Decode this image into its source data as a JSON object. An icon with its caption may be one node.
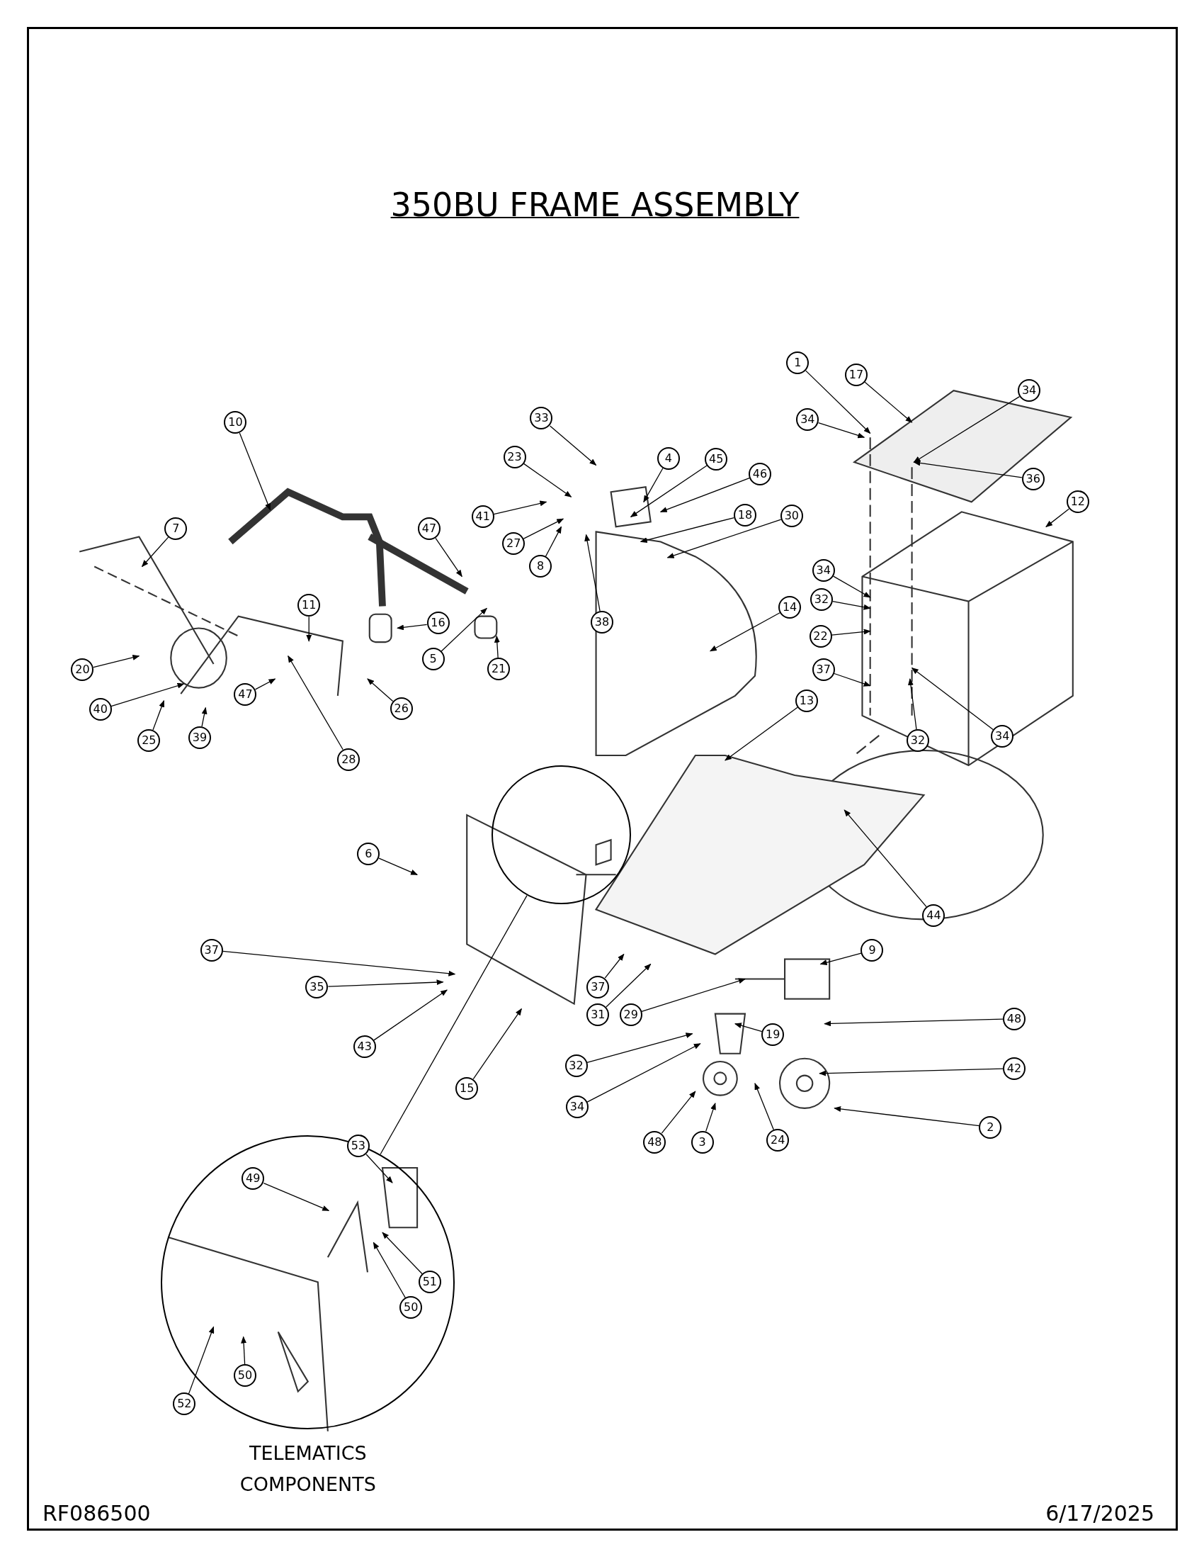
{
  "diagram": {
    "title": "350BU FRAME ASSEMBLY",
    "nodes": [
      {
        "text": [],
        "shape": "circle"
      },
      {
        "text": [],
        "shape": "circle",
        "beside": [
          "TELEMATICS COMPONENTS"
        ]
      },
      {
        "text": [
          "1"
        ]
      },
      {
        "text": [
          "17"
        ]
      },
      {
        "text": [
          "34"
        ]
      },
      {
        "text": [
          "34"
        ]
      },
      {
        "text": [
          "33"
        ]
      },
      {
        "text": [
          "4"
        ]
      },
      {
        "text": [
          "45"
        ]
      },
      {
        "text": [
          "46"
        ]
      },
      {
        "text": [
          "36"
        ]
      },
      {
        "text": [
          "10"
        ]
      },
      {
        "text": [
          "7"
        ]
      },
      {
        "text": [
          "47"
        ]
      },
      {
        "text": [
          "23"
        ]
      },
      {
        "text": [
          "41"
        ]
      },
      {
        "text": [
          "27"
        ]
      },
      {
        "text": [
          "18"
        ]
      },
      {
        "text": [
          "30"
        ]
      },
      {
        "text": [
          "12"
        ]
      },
      {
        "text": [
          "11"
        ]
      },
      {
        "text": [
          "16"
        ]
      },
      {
        "text": [
          "8"
        ]
      },
      {
        "text": [
          "38"
        ]
      },
      {
        "text": [
          "14"
        ]
      },
      {
        "text": [
          "34"
        ]
      },
      {
        "text": [
          "32"
        ]
      },
      {
        "text": [
          "22"
        ]
      },
      {
        "text": [
          "37"
        ]
      },
      {
        "text": [
          "20"
        ]
      },
      {
        "text": [
          "40"
        ]
      },
      {
        "text": [
          "25"
        ]
      },
      {
        "text": [
          "47"
        ]
      },
      {
        "text": [
          "5"
        ]
      },
      {
        "text": [
          "21"
        ]
      },
      {
        "text": [
          "26"
        ]
      },
      {
        "text": [
          "32"
        ]
      },
      {
        "text": [
          "34"
        ]
      },
      {
        "text": [
          "39"
        ]
      },
      {
        "text": [
          "28"
        ]
      },
      {
        "text": [
          "13"
        ]
      },
      {
        "text": [
          "6"
        ]
      },
      {
        "text": [
          "44"
        ]
      },
      {
        "text": [
          "9"
        ]
      },
      {
        "text": [
          "37"
        ]
      },
      {
        "text": [
          "35"
        ]
      },
      {
        "text": [
          "37"
        ]
      },
      {
        "text": [
          "31"
        ]
      },
      {
        "text": [
          "29"
        ]
      },
      {
        "text": [
          "43"
        ]
      },
      {
        "text": [
          "48"
        ]
      },
      {
        "text": [
          "19"
        ]
      },
      {
        "text": [
          "32"
        ]
      },
      {
        "text": [
          "42"
        ]
      },
      {
        "text": [
          "34"
        ]
      },
      {
        "text": [
          "15"
        ]
      },
      {
        "text": [
          "48"
        ]
      },
      {
        "text": [
          "3"
        ]
      },
      {
        "text": [
          "24"
        ]
      },
      {
        "text": [
          "2"
        ]
      },
      {
        "text": [
          "53"
        ],
        "in": 1
      },
      {
        "text": [
          "49"
        ],
        "in": 1
      },
      {
        "text": [
          "51"
        ],
        "in": 1
      },
      {
        "text": [
          "50"
        ],
        "in": 1
      },
      {
        "text": [
          "50"
        ],
        "in": 1
      },
      {
        "text": [
          "52"
        ],
        "in": 1
      }
    ],
    "edges": [
      {
        "from": 2,
        "to": null,
        "arrow": "to"
      },
      {
        "from": 3,
        "to": null,
        "arrow": "to"
      },
      {
        "from": 4,
        "to": null,
        "arrow": "to"
      },
      {
        "from": 5,
        "to": null,
        "arrow": "to"
      },
      {
        "from": 6,
        "to": null,
        "arrow": "to"
      },
      {
        "from": 7,
        "to": null,
        "arrow": "to"
      },
      {
        "from": 8,
        "to": null,
        "arrow": "to"
      },
      {
        "from": 9,
        "to": null,
        "arrow": "to"
      },
      {
        "from": 10,
        "to": null,
        "arrow": "to"
      },
      {
        "from": 11,
        "to": null,
        "arrow": "to"
      },
      {
        "from": 12,
        "to": null,
        "arrow": "to"
      },
      {
        "from": 13,
        "to": null,
        "arrow": "to"
      },
      {
        "from": 14,
        "to": null,
        "arrow": "to"
      },
      {
        "from": 15,
        "to": null,
        "arrow": "to"
      },
      {
        "from": 16,
        "to": null,
        "arrow": "to"
      },
      {
        "from": 17,
        "to": null,
        "arrow": "to"
      },
      {
        "from": 18,
        "to": null,
        "arrow": "to"
      },
      {
        "from": 19,
        "to": null,
        "arrow": "to"
      },
      {
        "from": 20,
        "to": null,
        "arrow": "to"
      },
      {
        "from": 21,
        "to": null,
        "arrow": "to"
      },
      {
        "from": 22,
        "to": null,
        "arrow": "to"
      },
      {
        "from": 23,
        "to": null,
        "arrow": "to"
      },
      {
        "from": 24,
        "to": null,
        "arrow": "to"
      },
      {
        "from": 25,
        "to": null,
        "arrow": "to"
      },
      {
        "from": 26,
        "to": null,
        "arrow": "to"
      },
      {
        "from": 27,
        "to": null,
        "arrow": "to"
      },
      {
        "from": 28,
        "to": null,
        "arrow": "to"
      },
      {
        "from": 29,
        "to": null,
        "arrow": "to"
      },
      {
        "from": 30,
        "to": null,
        "arrow": "to"
      },
      {
        "from": 31,
        "to": null,
        "arrow": "to"
      },
      {
        "from": 32,
        "to": null,
        "arrow": "to"
      },
      {
        "from": 33,
        "to": null,
        "arrow": "to"
      },
      {
        "from": 34,
        "to": null,
        "arrow": "to"
      },
      {
        "from": 35,
        "to": null,
        "arrow": "to"
      },
      {
        "from": 36,
        "to": null,
        "arrow": "to"
      },
      {
        "from": 37,
        "to": null,
        "arrow": "to"
      },
      {
        "from": 38,
        "to": null,
        "arrow": "to"
      },
      {
        "from": 39,
        "to": null,
        "arrow": "to"
      },
      {
        "from": 40,
        "to": null,
        "arrow": "to"
      },
      {
        "from": 41,
        "to": null,
        "arrow": "to"
      },
      {
        "from": 42,
        "to": null,
        "arrow": "to"
      },
      {
        "from": 43,
        "to": null,
        "arrow": "to"
      },
      {
        "from": 44,
        "to": null,
        "arrow": "to"
      },
      {
        "from": 45,
        "to": null,
        "arrow": "to"
      },
      {
        "from": 46,
        "to": null,
        "arrow": "to"
      },
      {
        "from": 47,
        "to": null,
        "arrow": "to"
      },
      {
        "from": 48,
        "to": null,
        "arrow": "to"
      },
      {
        "from": 49,
        "to": null,
        "arrow": "to"
      },
      {
        "from": 50,
        "to": null,
        "arrow": "to"
      },
      {
        "from": 51,
        "to": null,
        "arrow": "to"
      },
      {
        "from": 52,
        "to": null,
        "arrow": "to"
      },
      {
        "from": 53,
        "to": null,
        "arrow": "to"
      },
      {
        "from": 54,
        "to": null,
        "arrow": "to"
      },
      {
        "from": 55,
        "to": null,
        "arrow": "to"
      },
      {
        "from": 56,
        "to": null,
        "arrow": "to"
      },
      {
        "from": 57,
        "to": null,
        "arrow": "to"
      },
      {
        "from": 58,
        "to": null,
        "arrow": "to"
      },
      {
        "from": 59,
        "to": null,
        "arrow": "to"
      },
      {
        "from": 60,
        "to": null,
        "arrow": "to"
      },
      {
        "from": 61,
        "to": null,
        "arrow": "to"
      },
      {
        "from": 62,
        "to": null,
        "arrow": "to"
      },
      {
        "from": 63,
        "to": null,
        "arrow": "to"
      },
      {
        "from": 64,
        "to": null,
        "arrow": "to"
      },
      {
        "from": 65,
        "to": null,
        "arrow": "to"
      },
      {
        "from": 0,
        "to": 1,
        "arrow": "none"
      }
    ],
    "labels": [
      "RF086500",
      "6/17/2025"
    ]
  }
}
